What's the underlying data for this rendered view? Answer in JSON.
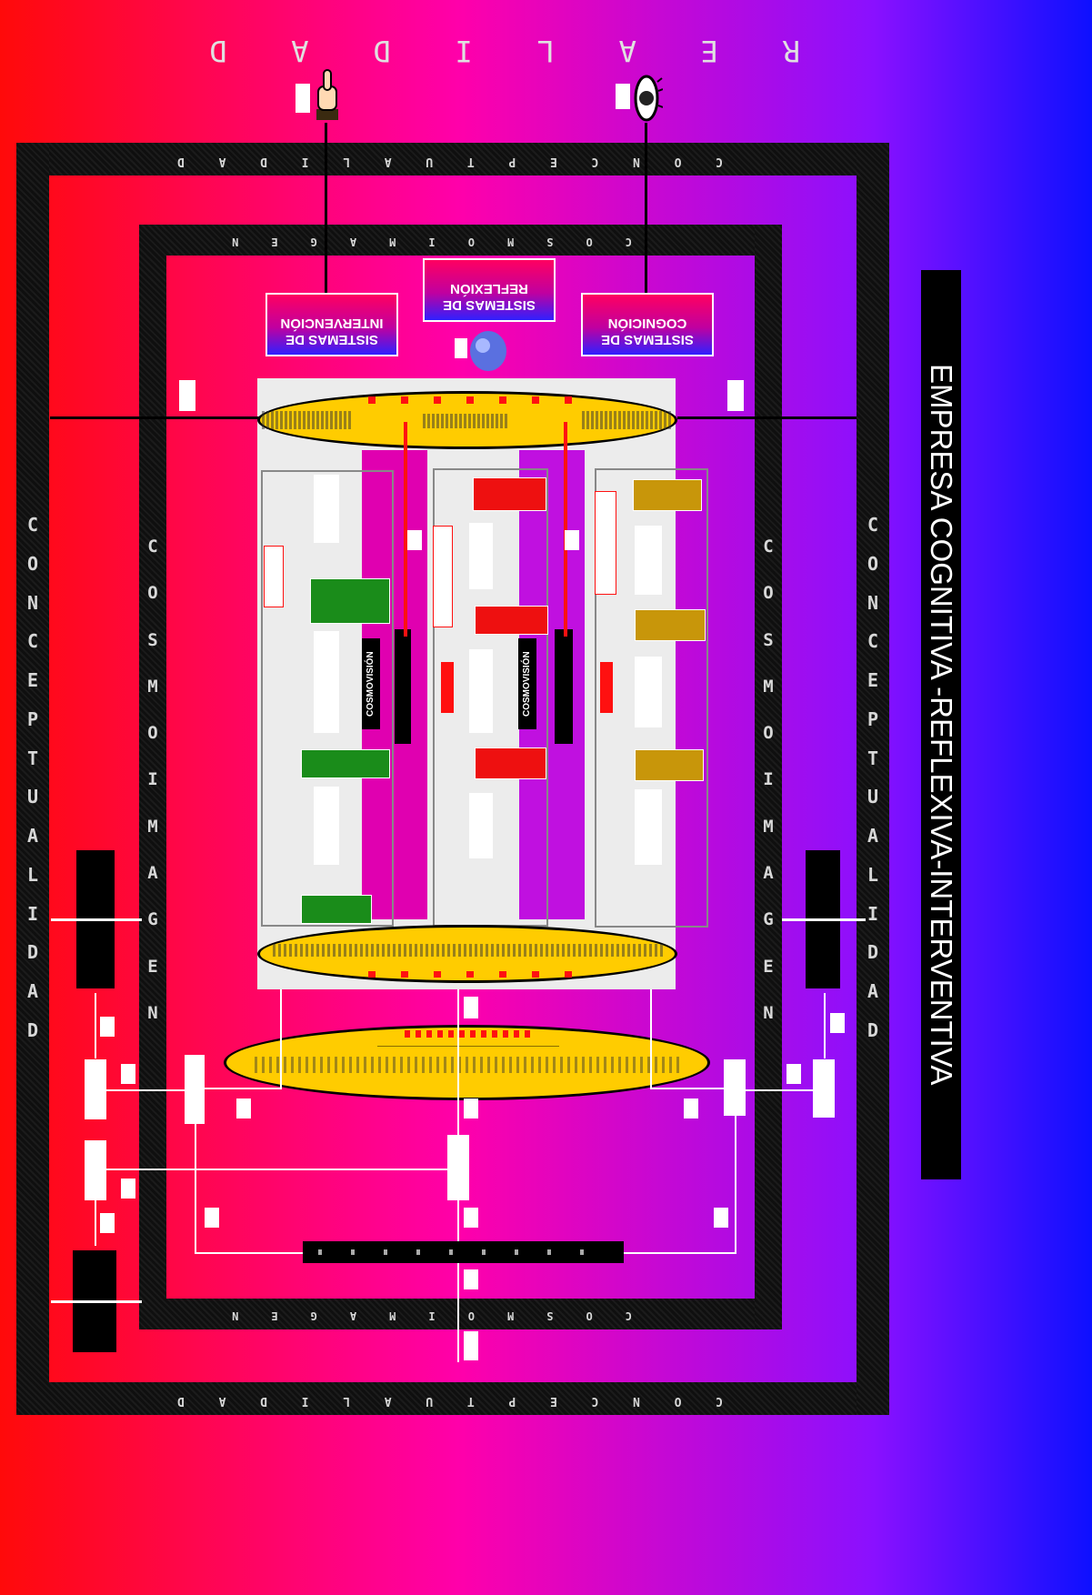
{
  "title": "EMPRESA COGNITIVA -REFLEXIVA-INTERVENTIVA",
  "realidad": [
    "R",
    "E",
    "A",
    "L",
    "I",
    "D",
    "A",
    "D"
  ],
  "conceptualidad": [
    "C",
    "O",
    "N",
    "C",
    "E",
    "P",
    "T",
    "U",
    "A",
    "L",
    "I",
    "D",
    "A",
    "D"
  ],
  "cosmoimagen": [
    "C",
    "O",
    "S",
    "M",
    "O",
    "I",
    "M",
    "A",
    "G",
    "E",
    "N"
  ],
  "systems": {
    "cognicion": "SISTEMAS DE COGNICIÓN",
    "reflexion": "SISTEMAS DE REFLEXIÓN",
    "intervencion": "SISTEMAS DE INTERVENCIÓN"
  },
  "cosmovision": "COSMOVISIÓN",
  "hand_icon": "pointing-hand-icon",
  "eye_icon": "eye-icon",
  "globe_icon": "globe-icon",
  "colors": {
    "red": "#ff0a0a",
    "magenta": "#ff00aa",
    "blue": "#0d10ff",
    "yellow": "#ffcc00",
    "green": "#1a8c1a",
    "gold": "#c8960a",
    "process_red": "#ee1010"
  }
}
